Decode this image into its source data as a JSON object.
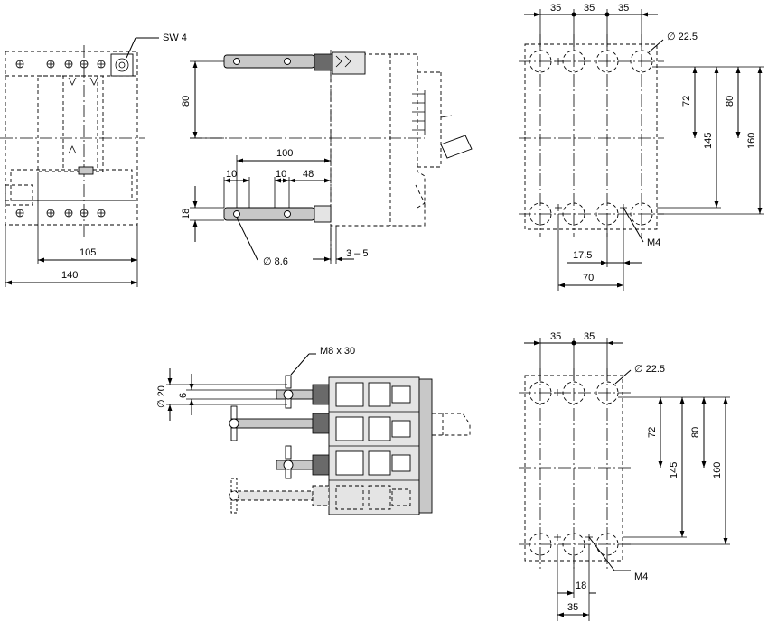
{
  "front_view": {
    "callout_wrench": "SW 4",
    "dim_inner_width": "105",
    "dim_overall_width": "140"
  },
  "side_view": {
    "dim_terminal_spacing": "80",
    "dim_depth": "100",
    "dim_offset_a": "10",
    "dim_offset_b": "10",
    "dim_offset_c": "48",
    "dim_terminal_height": "18",
    "dim_hole": "∅ 8.6",
    "dim_gap": "3 – 5"
  },
  "bolt_view": {
    "callout_bolt": "M8 x 30",
    "dim_diameter": "∅ 20",
    "dim_thickness": "6"
  },
  "drill_4pole": {
    "dim_pitch_1": "35",
    "dim_pitch_2": "35",
    "dim_pitch_3": "35",
    "dim_hole_diameter": "∅ 22.5",
    "dim_72": "72",
    "dim_80": "80",
    "dim_145": "145",
    "dim_160": "160",
    "dim_offset": "17.5",
    "dim_70": "70",
    "callout_thread": "M4"
  },
  "drill_3pole": {
    "dim_pitch_1": "35",
    "dim_pitch_2": "35",
    "dim_hole_diameter": "∅ 22.5",
    "dim_72": "72",
    "dim_80": "80",
    "dim_145": "145",
    "dim_160": "160",
    "dim_offset": "18",
    "dim_35": "35",
    "callout_thread": "M4"
  }
}
